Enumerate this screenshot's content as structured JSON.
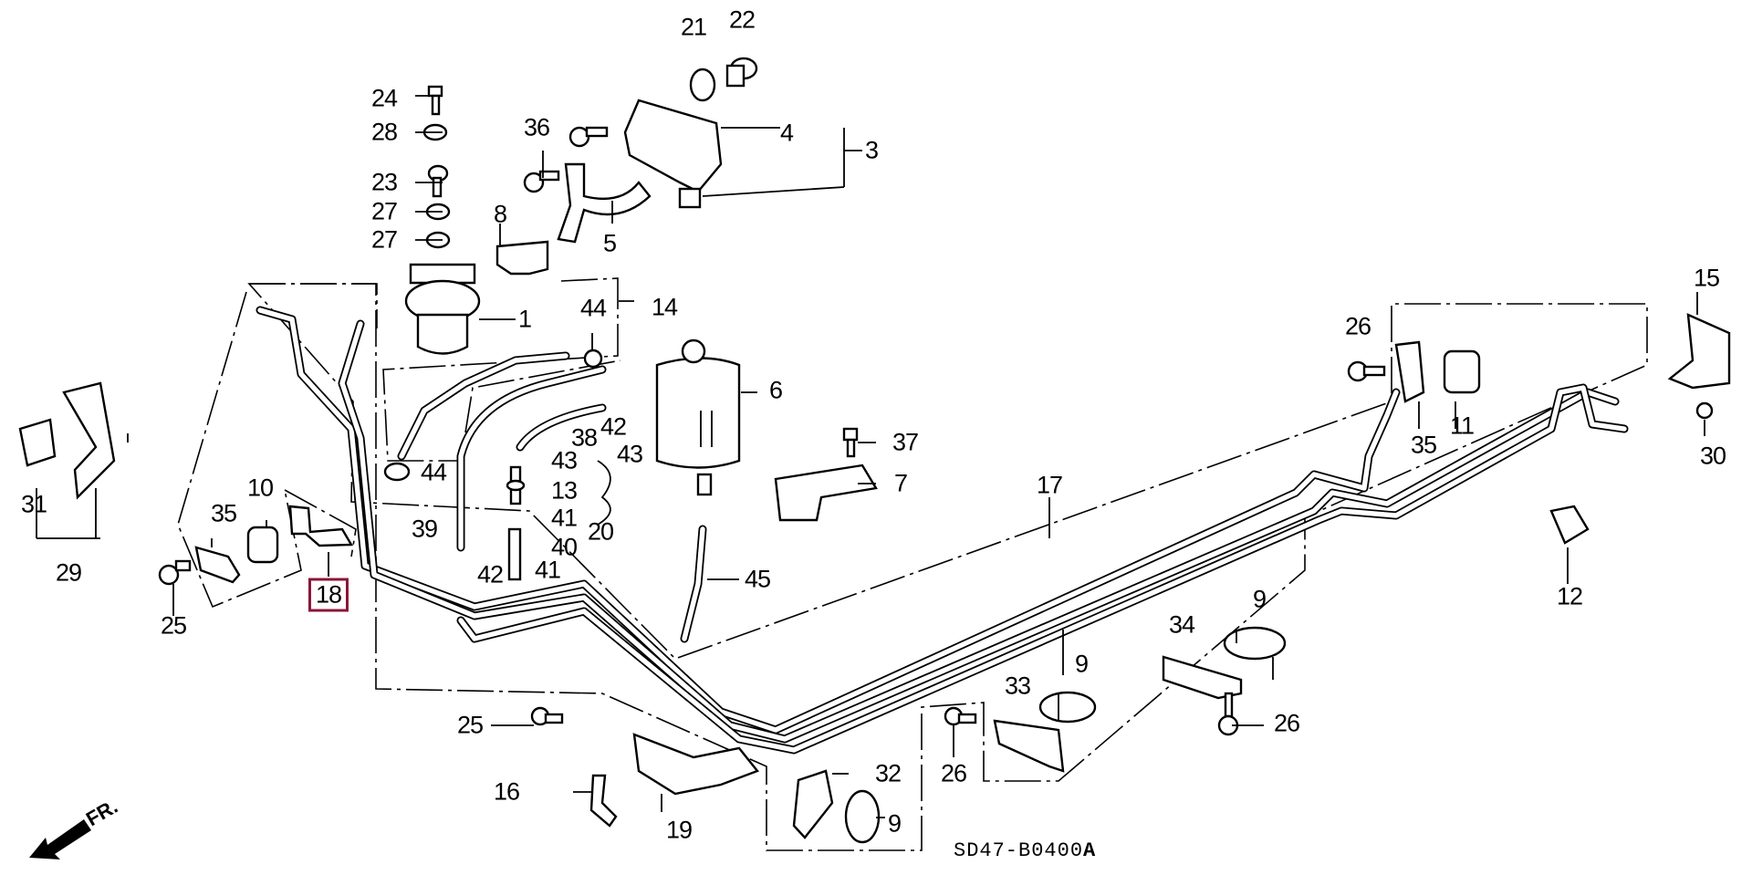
{
  "diagram": {
    "title": "Fuel lines parts diagram",
    "drawing_code": "SD47-B0400",
    "drawing_code_suffix": "A",
    "direction_indicator": "FR.",
    "highlight_color": "#8b1538",
    "highlighted_part": "18",
    "callouts": [
      {
        "id": "c1",
        "label": "1"
      },
      {
        "id": "c3",
        "label": "3"
      },
      {
        "id": "c4",
        "label": "4"
      },
      {
        "id": "c5",
        "label": "5"
      },
      {
        "id": "c6",
        "label": "6"
      },
      {
        "id": "c7",
        "label": "7"
      },
      {
        "id": "c8",
        "label": "8"
      },
      {
        "id": "c9a",
        "label": "9"
      },
      {
        "id": "c9b",
        "label": "9"
      },
      {
        "id": "c9c",
        "label": "9"
      },
      {
        "id": "c10",
        "label": "10"
      },
      {
        "id": "c11",
        "label": "11"
      },
      {
        "id": "c12",
        "label": "12"
      },
      {
        "id": "c13",
        "label": "13"
      },
      {
        "id": "c14",
        "label": "14"
      },
      {
        "id": "c15",
        "label": "15"
      },
      {
        "id": "c16",
        "label": "16"
      },
      {
        "id": "c17",
        "label": "17"
      },
      {
        "id": "c18",
        "label": "18"
      },
      {
        "id": "c19",
        "label": "19"
      },
      {
        "id": "c20",
        "label": "20"
      },
      {
        "id": "c21",
        "label": "21"
      },
      {
        "id": "c22",
        "label": "22"
      },
      {
        "id": "c23",
        "label": "23"
      },
      {
        "id": "c24",
        "label": "24"
      },
      {
        "id": "c25a",
        "label": "25"
      },
      {
        "id": "c25b",
        "label": "25"
      },
      {
        "id": "c26a",
        "label": "26"
      },
      {
        "id": "c26b",
        "label": "26"
      },
      {
        "id": "c26c",
        "label": "26"
      },
      {
        "id": "c27a",
        "label": "27"
      },
      {
        "id": "c27b",
        "label": "27"
      },
      {
        "id": "c28",
        "label": "28"
      },
      {
        "id": "c29",
        "label": "29"
      },
      {
        "id": "c30",
        "label": "30"
      },
      {
        "id": "c31",
        "label": "31"
      },
      {
        "id": "c32",
        "label": "32"
      },
      {
        "id": "c33",
        "label": "33"
      },
      {
        "id": "c34",
        "label": "34"
      },
      {
        "id": "c35a",
        "label": "35"
      },
      {
        "id": "c35b",
        "label": "35"
      },
      {
        "id": "c36",
        "label": "36"
      },
      {
        "id": "c37",
        "label": "37"
      },
      {
        "id": "c38",
        "label": "38"
      },
      {
        "id": "c39",
        "label": "39"
      },
      {
        "id": "c40",
        "label": "40"
      },
      {
        "id": "c41a",
        "label": "41"
      },
      {
        "id": "c41b",
        "label": "41"
      },
      {
        "id": "c42a",
        "label": "42"
      },
      {
        "id": "c42b",
        "label": "42"
      },
      {
        "id": "c43a",
        "label": "43"
      },
      {
        "id": "c43b",
        "label": "43"
      },
      {
        "id": "c44a",
        "label": "44"
      },
      {
        "id": "c44b",
        "label": "44"
      },
      {
        "id": "c45",
        "label": "45"
      }
    ]
  }
}
